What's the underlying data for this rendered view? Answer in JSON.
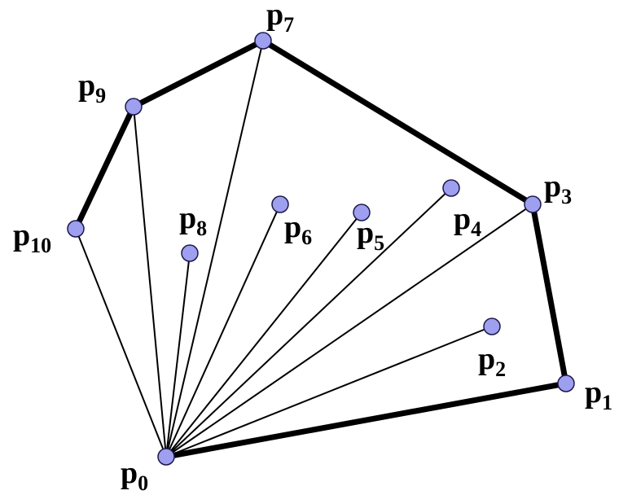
{
  "diagram": {
    "type": "graham-scan-convex-hull",
    "colors": {
      "point_fill": "#9f9ff0",
      "point_stroke": "#1a1a4a",
      "line": "#000000"
    },
    "points": [
      {
        "id": "p0",
        "base": "p",
        "sub": "0"
      },
      {
        "id": "p1",
        "base": "p",
        "sub": "1"
      },
      {
        "id": "p2",
        "base": "p",
        "sub": "2"
      },
      {
        "id": "p3",
        "base": "p",
        "sub": "3"
      },
      {
        "id": "p4",
        "base": "p",
        "sub": "4"
      },
      {
        "id": "p5",
        "base": "p",
        "sub": "5"
      },
      {
        "id": "p6",
        "base": "p",
        "sub": "6"
      },
      {
        "id": "p7",
        "base": "p",
        "sub": "7"
      },
      {
        "id": "p8",
        "base": "p",
        "sub": "8"
      },
      {
        "id": "p9",
        "base": "p",
        "sub": "9"
      },
      {
        "id": "p10",
        "base": "p",
        "sub": "10"
      }
    ],
    "spokes": [
      [
        "p0",
        "p2"
      ],
      [
        "p0",
        "p3"
      ],
      [
        "p0",
        "p4"
      ],
      [
        "p0",
        "p5"
      ],
      [
        "p0",
        "p6"
      ],
      [
        "p0",
        "p7"
      ],
      [
        "p0",
        "p8"
      ],
      [
        "p0",
        "p9"
      ],
      [
        "p0",
        "p10"
      ]
    ],
    "hull_edges": [
      [
        "p0",
        "p1"
      ],
      [
        "p1",
        "p3"
      ],
      [
        "p3",
        "p7"
      ],
      [
        "p7",
        "p9"
      ],
      [
        "p9",
        "p10"
      ]
    ]
  }
}
